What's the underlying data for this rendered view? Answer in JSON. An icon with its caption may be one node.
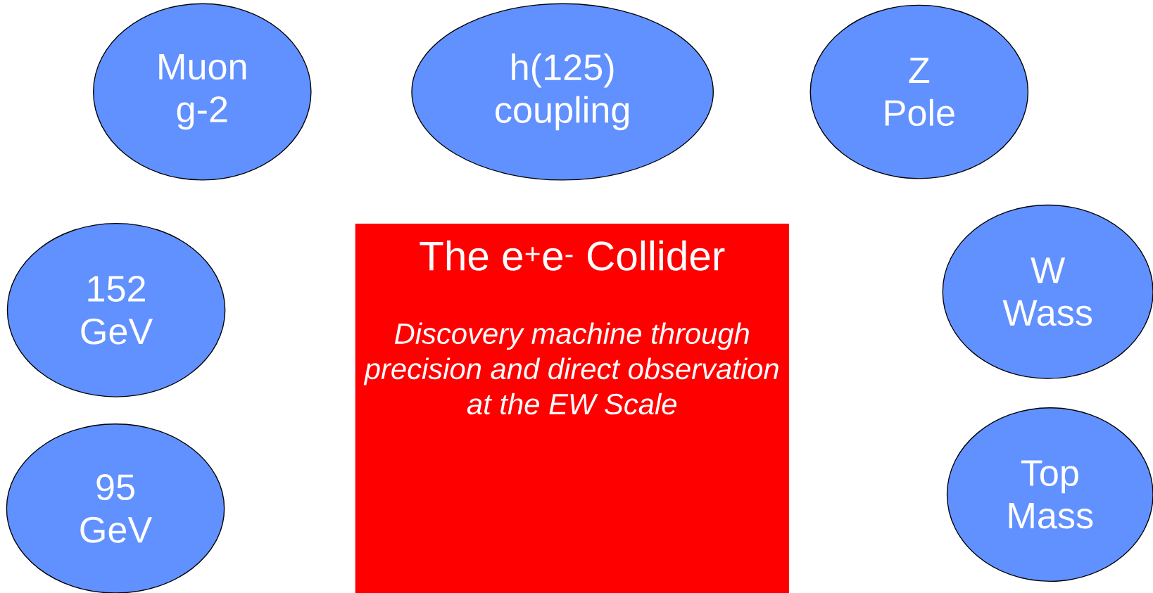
{
  "diagram": {
    "nodes": [
      {
        "text": [
          "Muon g-2"
        ]
      },
      {
        "text": [
          "h(125) coupling"
        ]
      },
      {
        "text": [
          "Z Pole"
        ]
      },
      {
        "text": [
          "152 GeV"
        ]
      },
      {
        "text": [
          "The e$^{+}$e$^{-}$ Collider",
          "Discovery machine through precision and direct observation at the EW Scale"
        ]
      },
      {
        "text": [
          "W Wass"
        ]
      },
      {
        "text": [
          "95 GeV"
        ]
      },
      {
        "text": [
          "Top Mass"
        ]
      }
    ]
  }
}
